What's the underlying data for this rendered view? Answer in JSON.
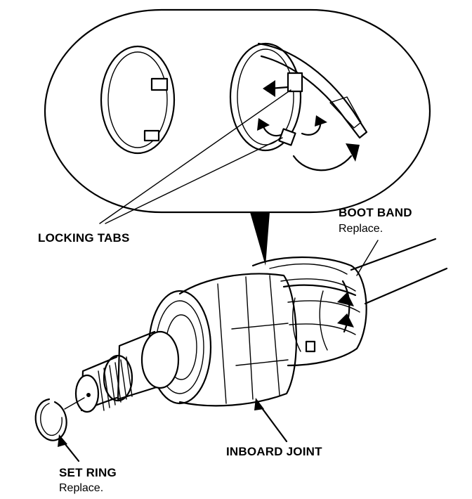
{
  "labels": {
    "locking_tabs": "LOCKING TABS",
    "boot_band": "BOOT BAND",
    "boot_band_note": "Replace.",
    "inboard_joint": "INBOARD JOINT",
    "set_ring": "SET RING",
    "set_ring_note": "Replace."
  }
}
